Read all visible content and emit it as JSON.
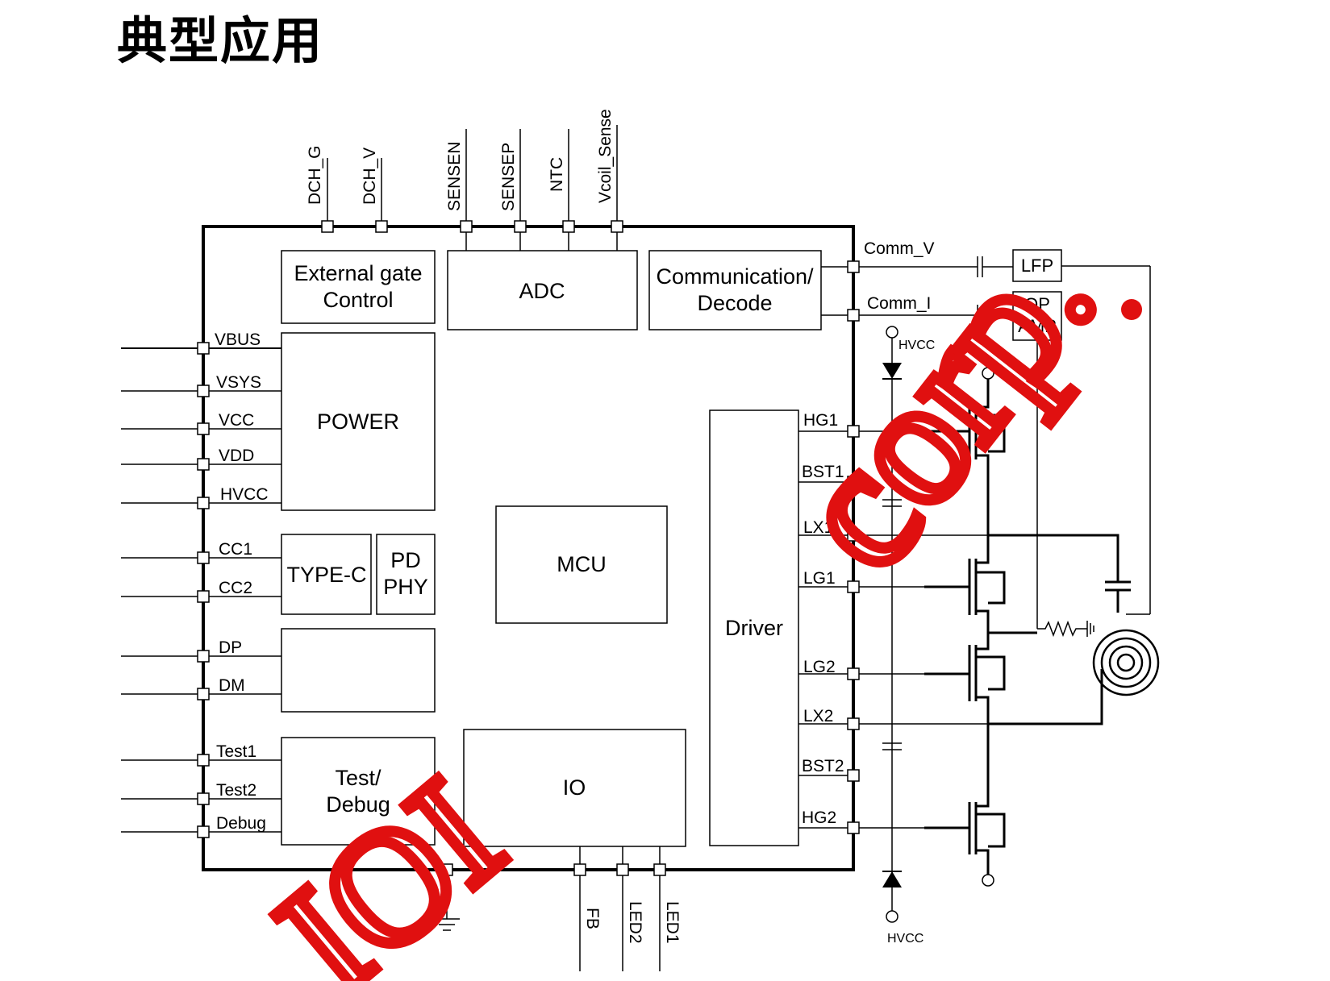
{
  "title": "典型应用",
  "blocks": {
    "ext_gate_1": "External gate",
    "ext_gate_2": "Control",
    "adc": "ADC",
    "comm_1": "Communication/",
    "comm_2": "Decode",
    "power": "POWER",
    "typec": "TYPE-C",
    "pd_1": "PD",
    "pd_2": "PHY",
    "mcu": "MCU",
    "driver": "Driver",
    "test_1": "Test/",
    "test_2": "Debug",
    "io": "IO",
    "lfp": "LFP",
    "opamp_1": "OP",
    "opamp_2": "AMP"
  },
  "top_pins": [
    "DCH_G",
    "DCH_V",
    "SENSEN",
    "SENSEP",
    "NTC",
    "Vcoil_Sense"
  ],
  "left_pins": [
    "VBUS",
    "VSYS",
    "VCC",
    "VDD",
    "HVCC",
    "CC1",
    "CC2",
    "DP",
    "DM",
    "Test1",
    "Test2",
    "Debug"
  ],
  "right_pins": [
    "Comm_V",
    "Comm_I",
    "HG1",
    "BST1",
    "LX1",
    "LG1",
    "LG2",
    "LX2",
    "BST2",
    "HG2"
  ],
  "bottom_pins": [
    "FB",
    "LED2",
    "LED1"
  ],
  "supply_labels": {
    "top": "HVCC",
    "bottom": "HVCC"
  },
  "watermark": [
    "corp.",
    "IOI"
  ],
  "colors": {
    "line": "#000000",
    "watermark": "#e01010"
  }
}
